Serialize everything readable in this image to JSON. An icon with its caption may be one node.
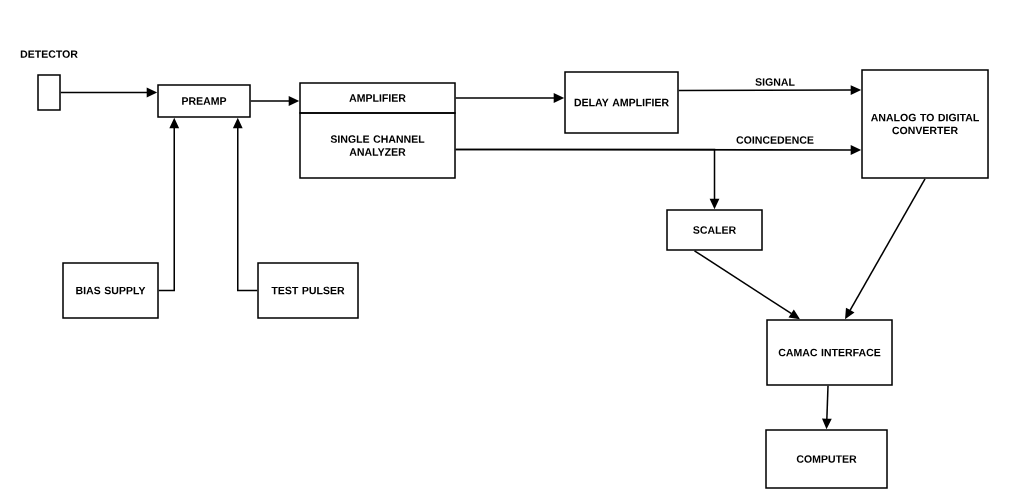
{
  "diagram": {
    "nodes": [
      {
        "text": [
          "DETECTOR"
        ]
      },
      {
        "text": [
          "PREAMP"
        ]
      },
      {
        "text": [
          "AMPLIFIER"
        ]
      },
      {
        "text": [
          "SINGLE CHANNEL ANALYZER"
        ]
      },
      {
        "text": [
          "DELAY AMPLIFIER"
        ]
      },
      {
        "text": [
          "ANALOG TO DIGITAL CONVERTER"
        ]
      },
      {
        "text": [
          "SCALER"
        ]
      },
      {
        "text": [
          "BIAS SUPPLY"
        ]
      },
      {
        "text": [
          "TEST PULSER"
        ]
      },
      {
        "text": [
          "CAMAC INTERFACE"
        ]
      },
      {
        "text": [
          "COMPUTER"
        ]
      }
    ],
    "edges": [
      {
        "from": 0,
        "to": 1,
        "arrow": "to"
      },
      {
        "from": 1,
        "to": 2,
        "arrow": "to"
      },
      {
        "from": 7,
        "to": 1,
        "arrow": "to"
      },
      {
        "from": 8,
        "to": 1,
        "arrow": "to"
      },
      {
        "from": 2,
        "to": 4,
        "arrow": "to"
      },
      {
        "from": 4,
        "to": 5,
        "arrow": "to",
        "label": "SIGNAL"
      },
      {
        "from": 3,
        "to": 5,
        "arrow": "to",
        "label": "COINCEDENCE"
      },
      {
        "from": 3,
        "to": 6,
        "arrow": "to"
      },
      {
        "from": 6,
        "to": 9,
        "arrow": "to"
      },
      {
        "from": 5,
        "to": 9,
        "arrow": "to"
      },
      {
        "from": 9,
        "to": 10,
        "arrow": "to"
      }
    ]
  }
}
